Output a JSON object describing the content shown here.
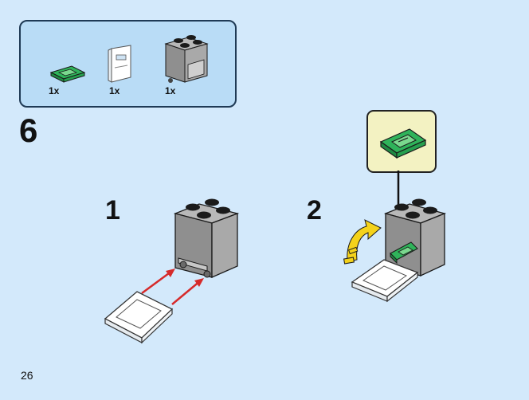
{
  "parts_panel": {
    "items": [
      {
        "name": "green-tile-2x4",
        "qty": "1x"
      },
      {
        "name": "transparent-panel",
        "qty": "1x"
      },
      {
        "name": "grey-box-2x2",
        "qty": "1x"
      }
    ]
  },
  "step": {
    "number": "6"
  },
  "substeps": [
    {
      "number": "1"
    },
    {
      "number": "2"
    }
  ],
  "page": {
    "number": "26"
  },
  "colors": {
    "background": "#d3e9fb",
    "panel": "#b9dcf6",
    "grey_brick": "#9d9d9d",
    "black_stud": "#1b1b1b",
    "green_tile": "#2fb35a",
    "arrow_red": "#d62a2a",
    "arrow_yellow": "#f4d21a",
    "callout_bg": "#f3f2c2"
  }
}
